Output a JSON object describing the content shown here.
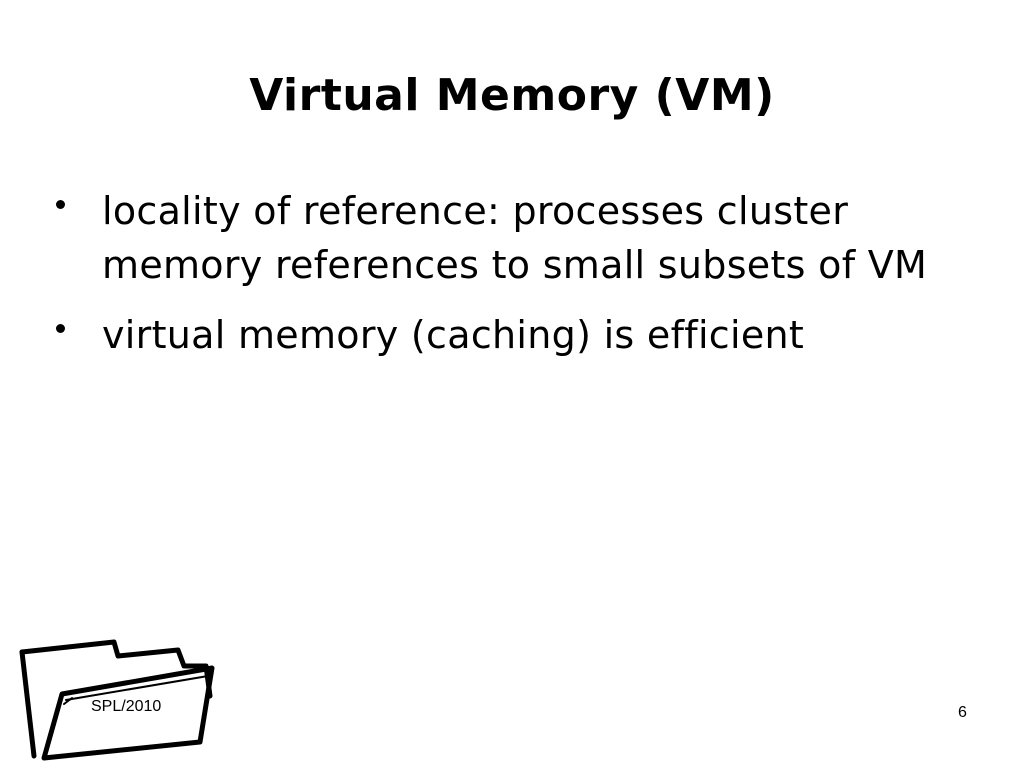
{
  "slide": {
    "title": "Virtual Memory (VM)",
    "bullets": [
      "locality of reference: processes cluster memory references to small subsets of VM",
      "virtual memory (caching) is efficient"
    ],
    "footer": {
      "label": "SPL/2010",
      "logo_icon": "folder-icon",
      "page_number": "6"
    }
  }
}
